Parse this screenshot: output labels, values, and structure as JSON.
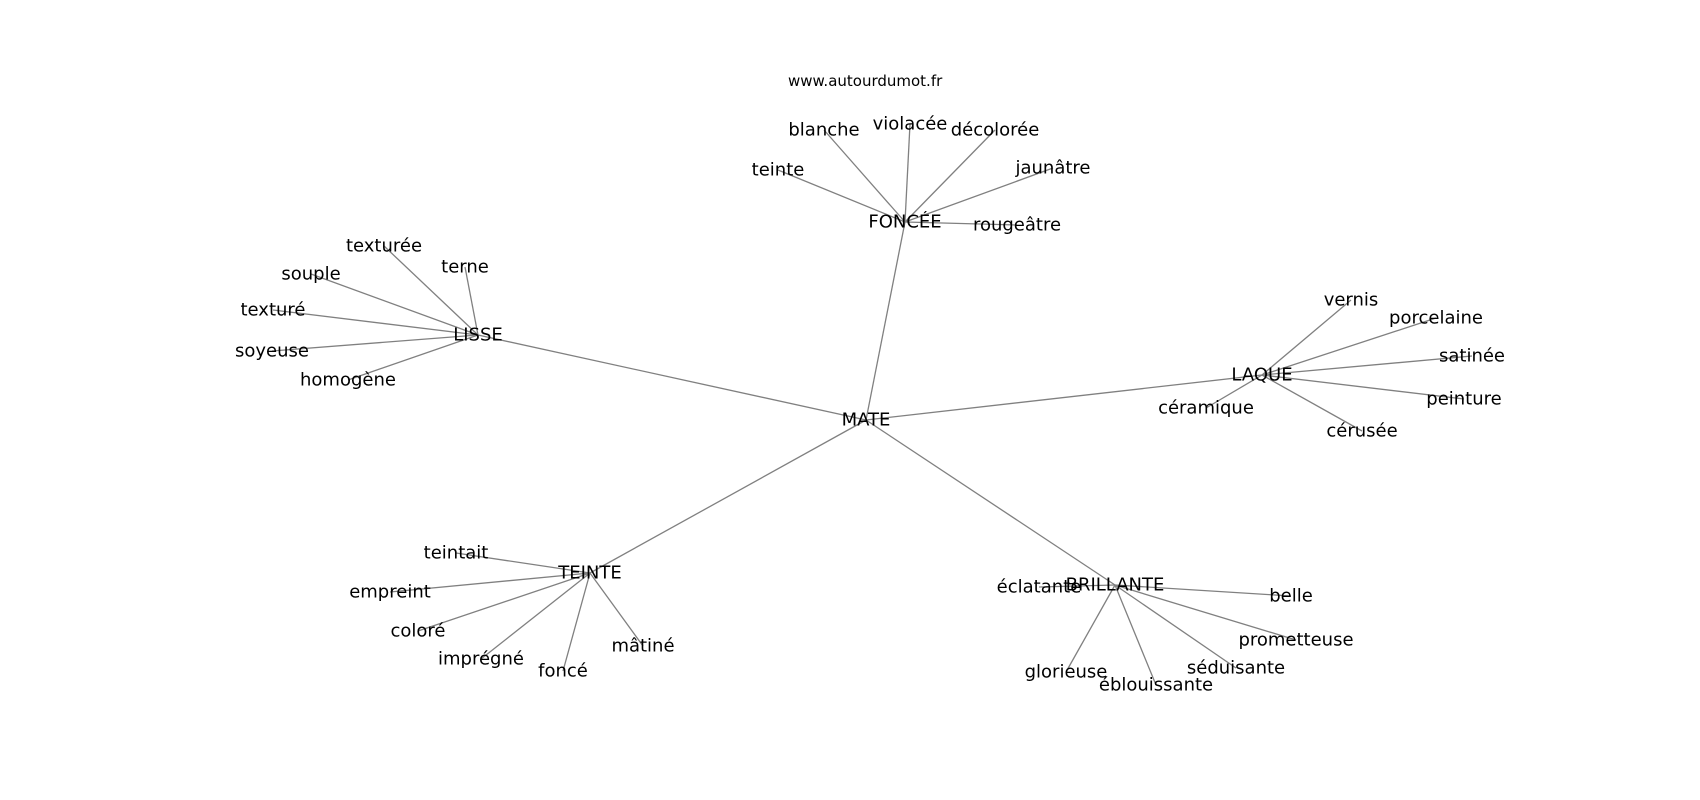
{
  "watermark": "www.autourdumot.fr",
  "graph": {
    "center": "MATE",
    "groups": [
      {
        "hub": "FONCÉE",
        "words": [
          "blanche",
          "violacée",
          "décolorée",
          "teinte",
          "jaunâtre",
          "rougeâtre"
        ]
      },
      {
        "hub": "LISSE",
        "words": [
          "texturée",
          "terne",
          "souple",
          "texturé",
          "soyeuse",
          "homogène"
        ]
      },
      {
        "hub": "LAQUE",
        "words": [
          "vernis",
          "porcelaine",
          "satinée",
          "peinture",
          "céramique",
          "cérusée"
        ]
      },
      {
        "hub": "TEINTE",
        "words": [
          "teintait",
          "empreint",
          "coloré",
          "imprégné",
          "foncé",
          "mâtiné"
        ]
      },
      {
        "hub": "BRILLANTE",
        "words": [
          "éclatante",
          "belle",
          "prometteuse",
          "séduisante",
          "glorieuse",
          "éblouissante"
        ]
      }
    ]
  }
}
